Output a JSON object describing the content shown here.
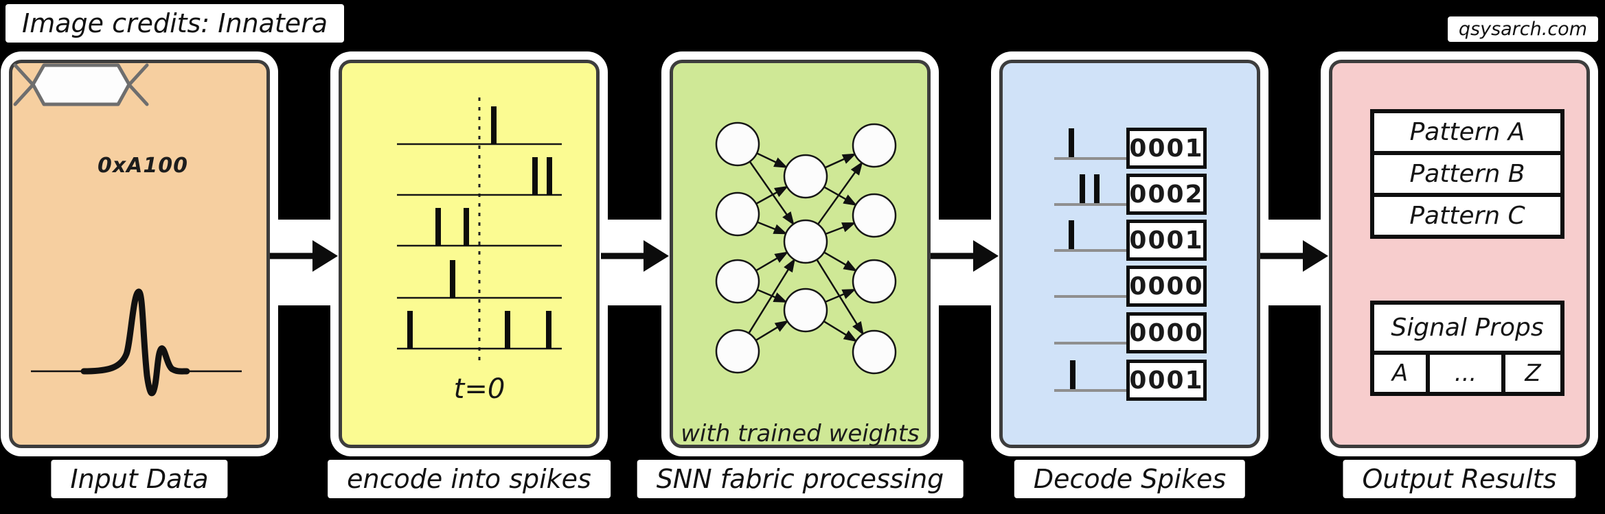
{
  "page": {
    "credits": "Image credits: Innatera",
    "watermark": "qsysarch.com",
    "background": "#000000"
  },
  "stages": [
    {
      "label": "Input Data",
      "color": "#f6cfa0",
      "bus_value": "0xA100",
      "graphics": [
        "digital-bus-signal",
        "analog-spike-waveform"
      ]
    },
    {
      "label": "encode into spikes",
      "color": "#fbfb92",
      "t0_label": "t=0",
      "spike_rows": [
        {
          "spike_count": 1
        },
        {
          "spike_count": 2
        },
        {
          "spike_count": 2
        },
        {
          "spike_count": 1
        },
        {
          "spike_count": 3
        }
      ]
    },
    {
      "label": "SNN fabric processing",
      "color": "#cfe896",
      "note": "with trained weights",
      "network": {
        "input_nodes": 4,
        "hidden_nodes": 3,
        "output_nodes": 4
      }
    },
    {
      "label": "Decode Spikes",
      "color": "#d0e2f8",
      "rows": [
        {
          "spike_count": 1,
          "code": "0001"
        },
        {
          "spike_count": 2,
          "code": "0002"
        },
        {
          "spike_count": 1,
          "code": "0001"
        },
        {
          "spike_count": 0,
          "code": "0000"
        },
        {
          "spike_count": 0,
          "code": "0000"
        },
        {
          "spike_count": 1,
          "code": "0001"
        }
      ]
    },
    {
      "label": "Output Results",
      "color": "#f7cdcd",
      "patterns": [
        "Pattern A",
        "Pattern B",
        "Pattern C"
      ],
      "signal_header": "Signal Props",
      "signal_cells": [
        "A",
        "...",
        "Z"
      ]
    }
  ],
  "colors": {
    "background": "#000000",
    "outline": "#ffffff",
    "box_border": "#3d3d3d",
    "ink": "#111111",
    "rail_gray": "#8f8f8f"
  }
}
